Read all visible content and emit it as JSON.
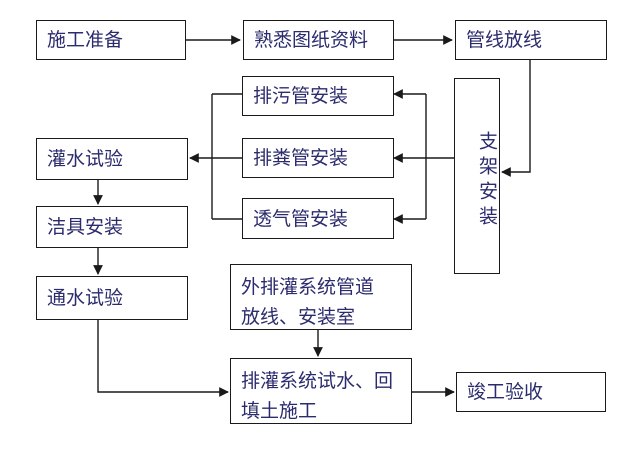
{
  "nodes": {
    "prep": "施工准备",
    "familiarize": "熟悉图纸资料",
    "layout": "管线放线",
    "support_install": "支架安装",
    "sewage_pipe": "排污管安装",
    "waste_pipe": "排粪管安装",
    "vent_pipe": "透气管安装",
    "water_test": "灌水试验",
    "fixture_install": "洁具安装",
    "flow_test": "通水试验",
    "external_drain": "外排灌系统管道\n放线、安装室",
    "system_test": "排灌系统试水、回\n填土施工",
    "acceptance": "竣工验收"
  },
  "colors": {
    "text": "#2b2b6e",
    "border": "#1a1a1a",
    "arrow": "#1a1a1a"
  }
}
